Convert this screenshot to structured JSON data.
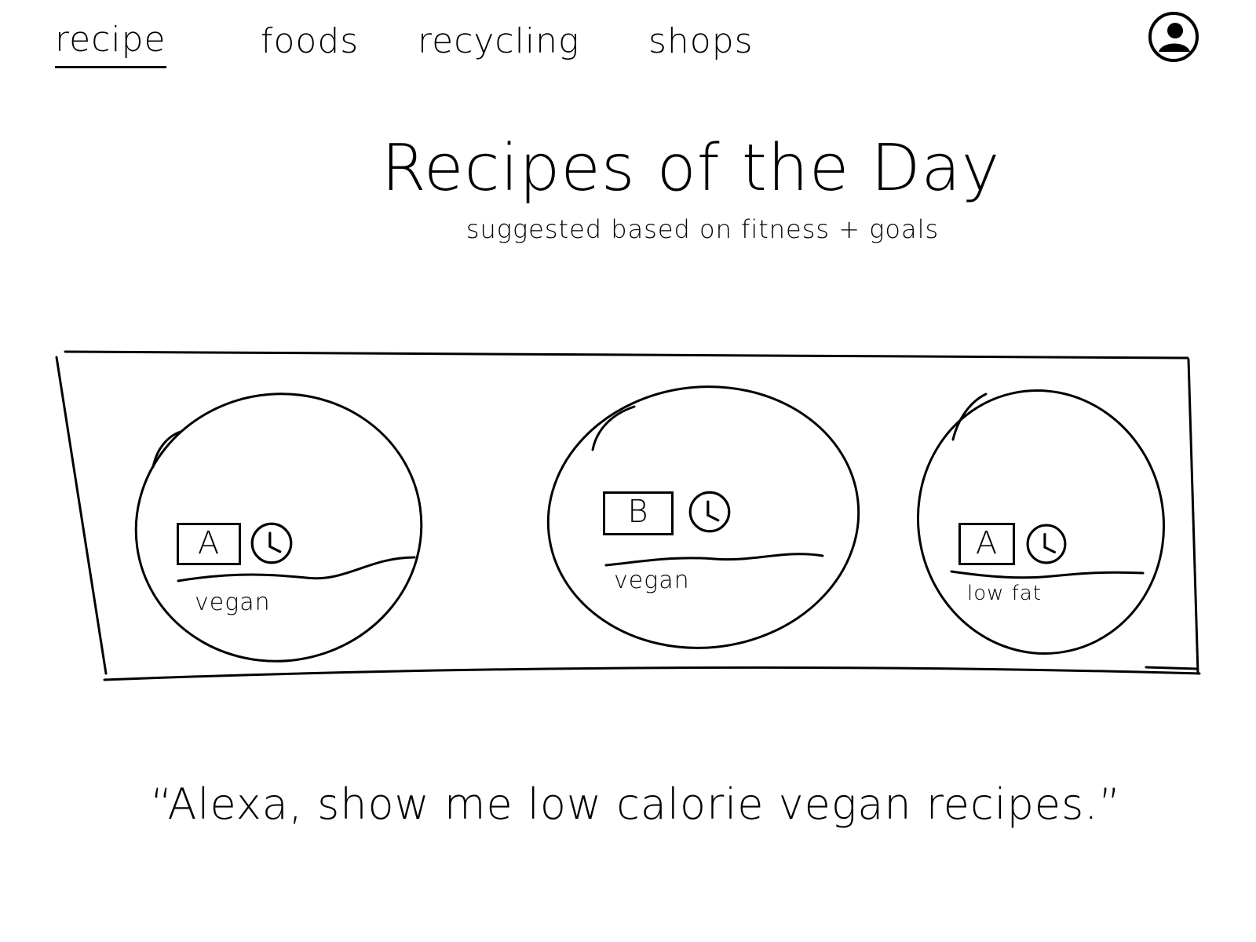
{
  "nav": {
    "items": [
      {
        "label": "recipe",
        "active": true
      },
      {
        "label": "foods",
        "active": false
      },
      {
        "label": "recycling",
        "active": false
      },
      {
        "label": "shops",
        "active": false
      }
    ],
    "profile_icon": "user-circle-icon"
  },
  "heading": {
    "title": "Recipes of the Day",
    "subtitle": "suggested based on fitness + goals"
  },
  "carousel": {
    "cards": [
      {
        "grade": "A",
        "tag": "vegan",
        "time_icon": "clock-icon"
      },
      {
        "grade": "B",
        "tag": "vegan",
        "time_icon": "clock-icon"
      },
      {
        "grade": "A",
        "tag": "low fat",
        "time_icon": "clock-icon"
      }
    ]
  },
  "voice": {
    "quote": "“Alexa, show me low calorie vegan recipes.”"
  }
}
